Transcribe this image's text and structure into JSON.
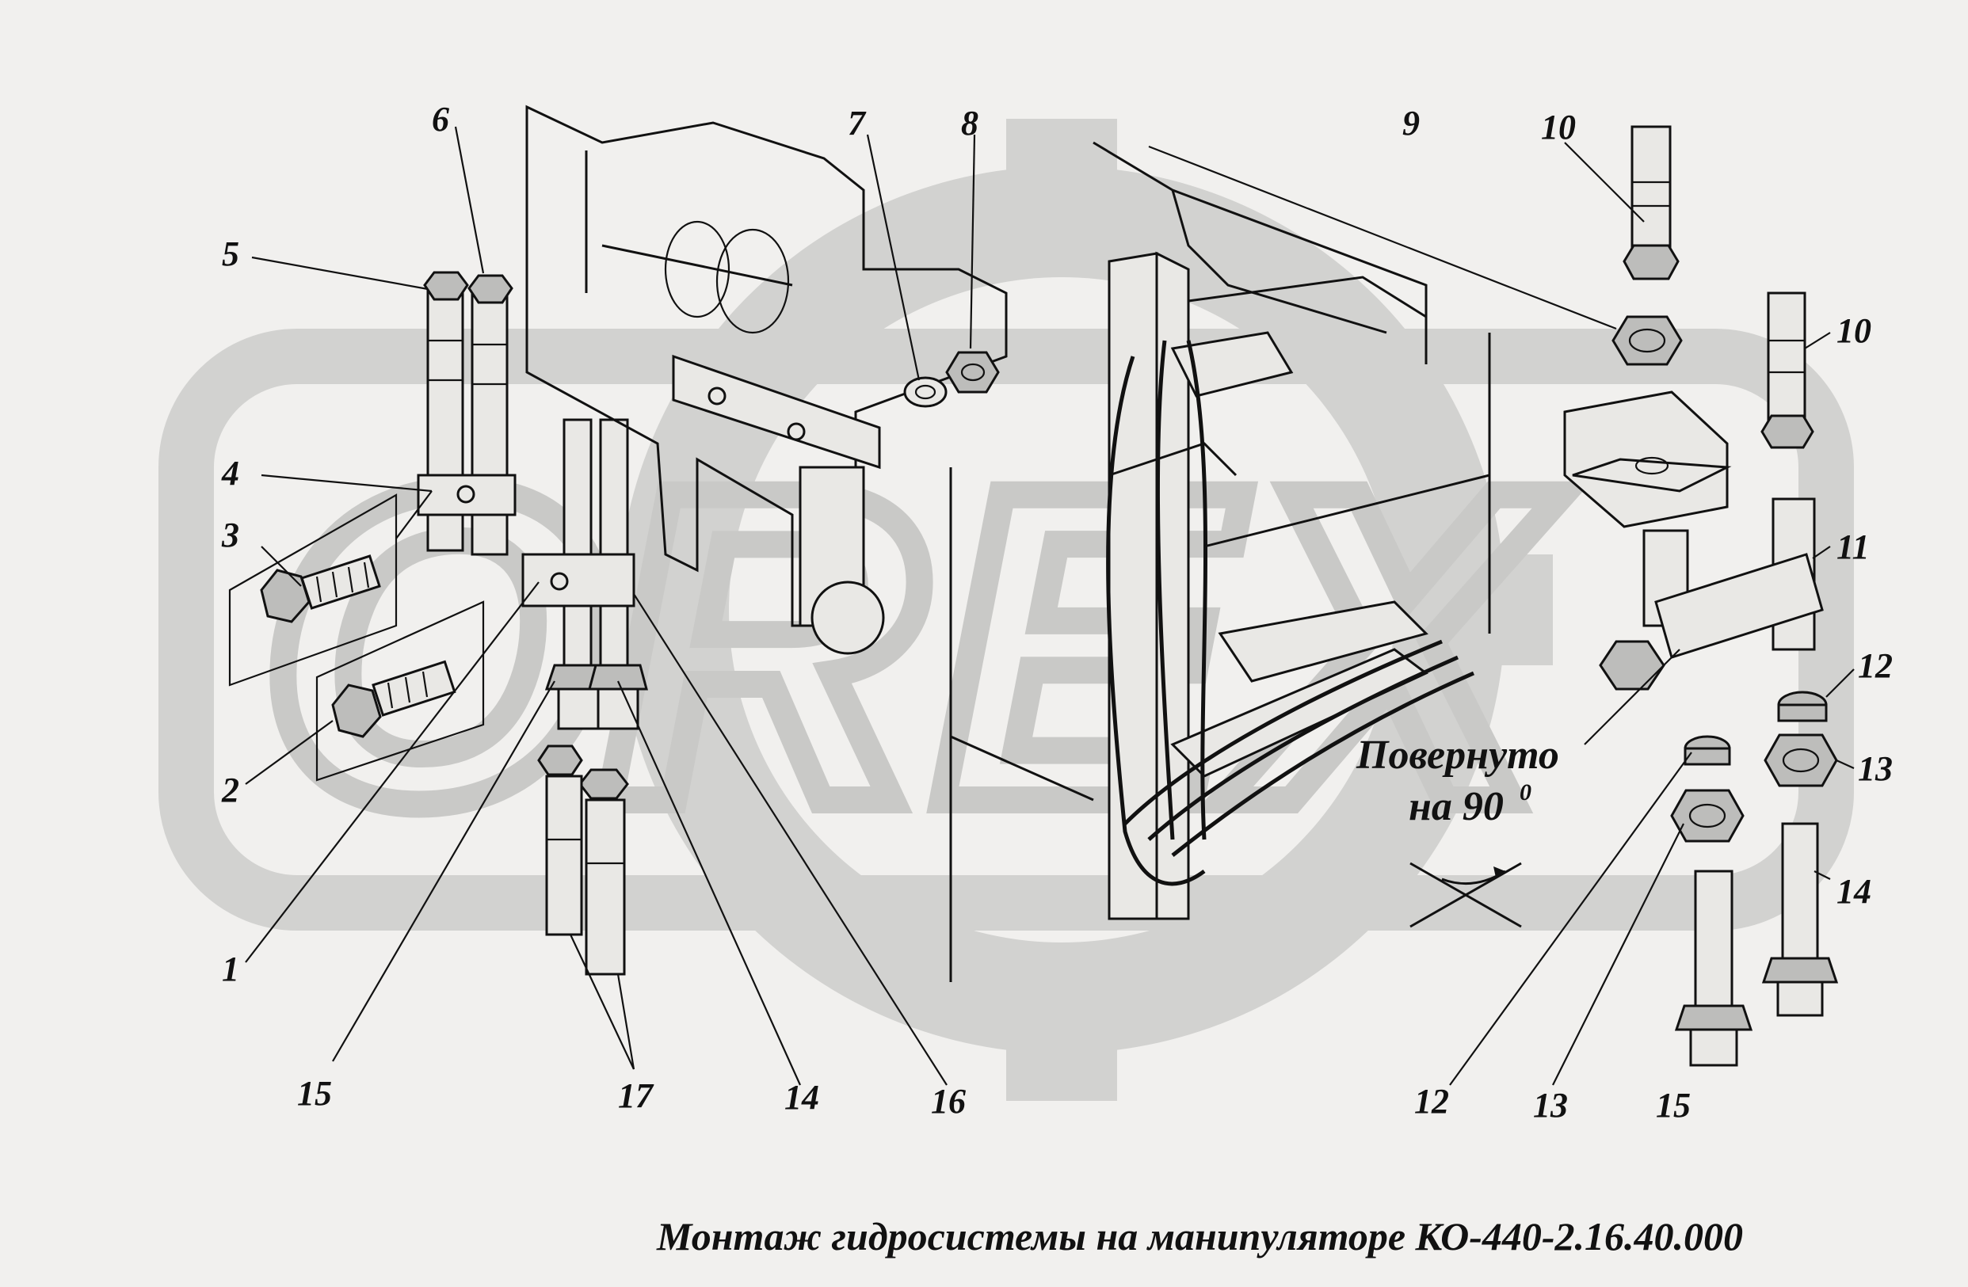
{
  "title": "Монтаж гидросистемы на манипуляторе КО-440-2.16.40.000",
  "rotation_note": {
    "line1": "Повернуто",
    "line2": "на 90",
    "degree_mark": "0"
  },
  "watermark": {
    "brand": "OREX",
    "letters": [
      "O",
      "R",
      "E",
      "X"
    ]
  },
  "callouts": [
    {
      "id": "c1",
      "label": "1"
    },
    {
      "id": "c2",
      "label": "2"
    },
    {
      "id": "c3",
      "label": "3"
    },
    {
      "id": "c4",
      "label": "4"
    },
    {
      "id": "c5",
      "label": "5"
    },
    {
      "id": "c6",
      "label": "6"
    },
    {
      "id": "c7",
      "label": "7"
    },
    {
      "id": "c8",
      "label": "8"
    },
    {
      "id": "c9",
      "label": "9"
    },
    {
      "id": "c10a",
      "label": "10"
    },
    {
      "id": "c10b",
      "label": "10"
    },
    {
      "id": "c11",
      "label": "11"
    },
    {
      "id": "c12a",
      "label": "12"
    },
    {
      "id": "c12b",
      "label": "12"
    },
    {
      "id": "c13a",
      "label": "13"
    },
    {
      "id": "c13b",
      "label": "13"
    },
    {
      "id": "c14a",
      "label": "14"
    },
    {
      "id": "c14b",
      "label": "14"
    },
    {
      "id": "c15a",
      "label": "15"
    },
    {
      "id": "c15b",
      "label": "15"
    },
    {
      "id": "c16",
      "label": "16"
    },
    {
      "id": "c17",
      "label": "17"
    }
  ]
}
